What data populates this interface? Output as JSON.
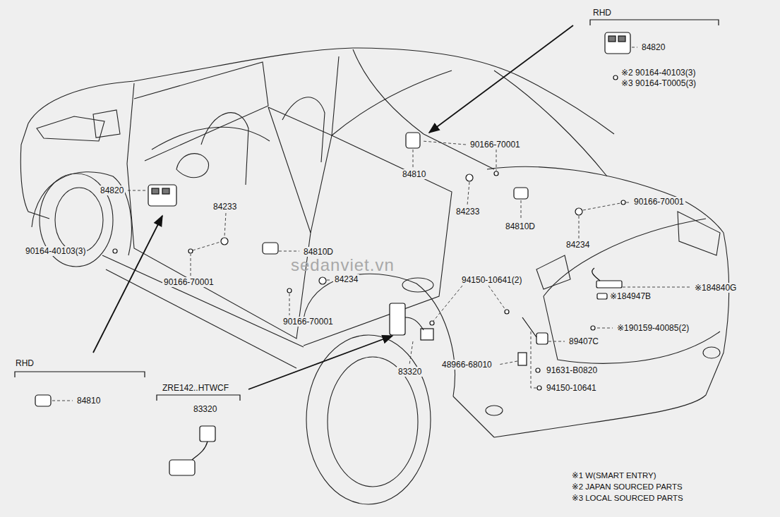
{
  "diagram": {
    "labels": [
      "RHD",
      "84820",
      "※2 90164-40103(3)",
      "※3 90164-T0005(3)",
      "84810",
      "90166-70001",
      "84820",
      "84233",
      "90164-40103(3)",
      "84233",
      "84810D",
      "90166-70001",
      "90166-70001",
      "84810D",
      "84234",
      "84234",
      "90166-70001",
      "94150-10641(2)",
      "※184840G",
      "※184947B",
      "※190159-40085(2)",
      "89407C",
      "83320",
      "48966-68010",
      "91631-B0820",
      "94150-10641",
      "RHD",
      "84810",
      "ZRE142..HTWCF",
      "83320",
      "※1 W(SMART ENTRY)",
      "※2 JAPAN SOURCED PARTS",
      "※3 LOCAL SOURCED PARTS",
      "sedanviet.vn"
    ]
  }
}
